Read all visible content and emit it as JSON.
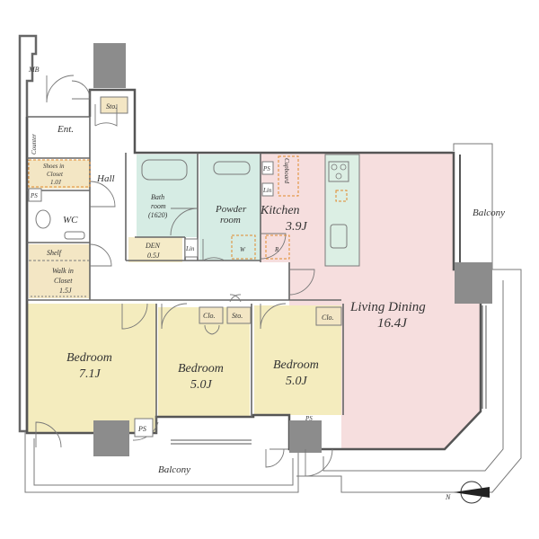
{
  "colors": {
    "bedroom": "#f4ecbe",
    "living": "#f6dede",
    "kitchen": "#dcefe4",
    "bath": "#d6ece4",
    "den": "#f5ebc8",
    "closet": "#f3e6c4",
    "wall": "#666666",
    "pillar": "#8c8c8c"
  },
  "rooms": {
    "mb": "MB",
    "ent": "Ent.",
    "counter": "Counter",
    "sto_top": "Sto.",
    "hall": "Hall",
    "shoes_closet_1": "Shoes in",
    "shoes_closet_2": "Closet",
    "shoes_closet_3": "1.0J",
    "ps_left": "PS",
    "wc": "WC",
    "shelf": "Shelf",
    "walk_in_1": "Walk in",
    "walk_in_2": "Closet",
    "walk_in_3": "1.5J",
    "bath_1": "Bath",
    "bath_2": "room",
    "bath_3": "(1620)",
    "powder_1": "Powder",
    "powder_2": "room",
    "ps_mid": "PS",
    "lin_1": "Lin",
    "lin_2": "Lin",
    "cupboard": "Cupboard",
    "den_1": "DEN",
    "den_2": "0.5J",
    "w": "W",
    "r": "R",
    "kitchen_1": "Kitchen",
    "kitchen_2": "3.9J",
    "living_1": "Living Dining",
    "living_2": "16.4J",
    "bedroom1_1": "Bedroom",
    "bedroom1_2": "7.1J",
    "bedroom2_1": "Bedroom",
    "bedroom2_2": "5.0J",
    "bedroom3_1": "Bedroom",
    "bedroom3_2": "5.0J",
    "clo_1": "Clo.",
    "sto_mid": "Sto.",
    "clo_2": "Clo.",
    "ps_b1": "PS",
    "ps_b3": "PS",
    "balcony_right": "Balcony",
    "balcony_bottom": "Balcony",
    "north": "N"
  }
}
